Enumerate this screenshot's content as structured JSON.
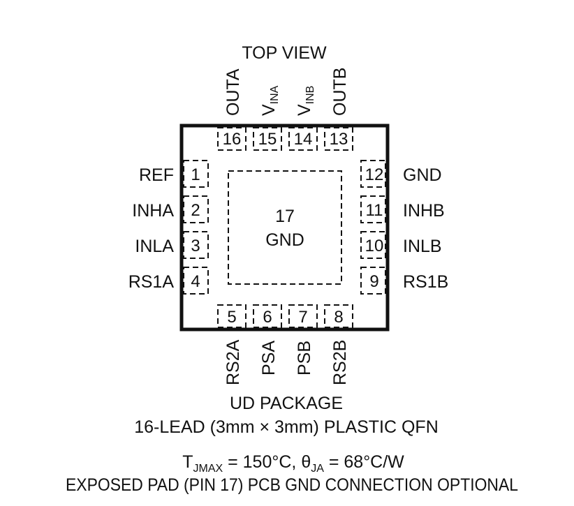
{
  "view_label": "TOP VIEW",
  "top_pins": [
    {
      "number": "16",
      "name": "OUTA"
    },
    {
      "number": "15",
      "name_main": "V",
      "name_sub": "INA"
    },
    {
      "number": "14",
      "name_main": "V",
      "name_sub": "INB"
    },
    {
      "number": "13",
      "name": "OUTB"
    }
  ],
  "left_pins": [
    {
      "number": "1",
      "name": "REF"
    },
    {
      "number": "2",
      "name": "INHA"
    },
    {
      "number": "3",
      "name": "INLA"
    },
    {
      "number": "4",
      "name": "RS1A"
    }
  ],
  "right_pins": [
    {
      "number": "12",
      "name": "GND"
    },
    {
      "number": "11",
      "name": "INHB"
    },
    {
      "number": "10",
      "name": "INLB"
    },
    {
      "number": "9",
      "name": "RS1B"
    }
  ],
  "bottom_pins": [
    {
      "number": "5",
      "name": "RS2A"
    },
    {
      "number": "6",
      "name": "PSA"
    },
    {
      "number": "7",
      "name": "PSB"
    },
    {
      "number": "8",
      "name": "RS2B"
    }
  ],
  "exposed_pad": {
    "number": "17",
    "name": "GND"
  },
  "package": {
    "name": "UD PACKAGE",
    "description": "16-LEAD (3mm × 3mm) PLASTIC QFN"
  },
  "thermal": {
    "t_main": "T",
    "t_sub": "JMAX",
    "t_value": " = 150°C, ",
    "theta_main": "θ",
    "theta_sub": "JA",
    "theta_value": " = 68°C/W"
  },
  "note": "EXPOSED PAD (PIN 17) PCB GND CONNECTION OPTIONAL"
}
